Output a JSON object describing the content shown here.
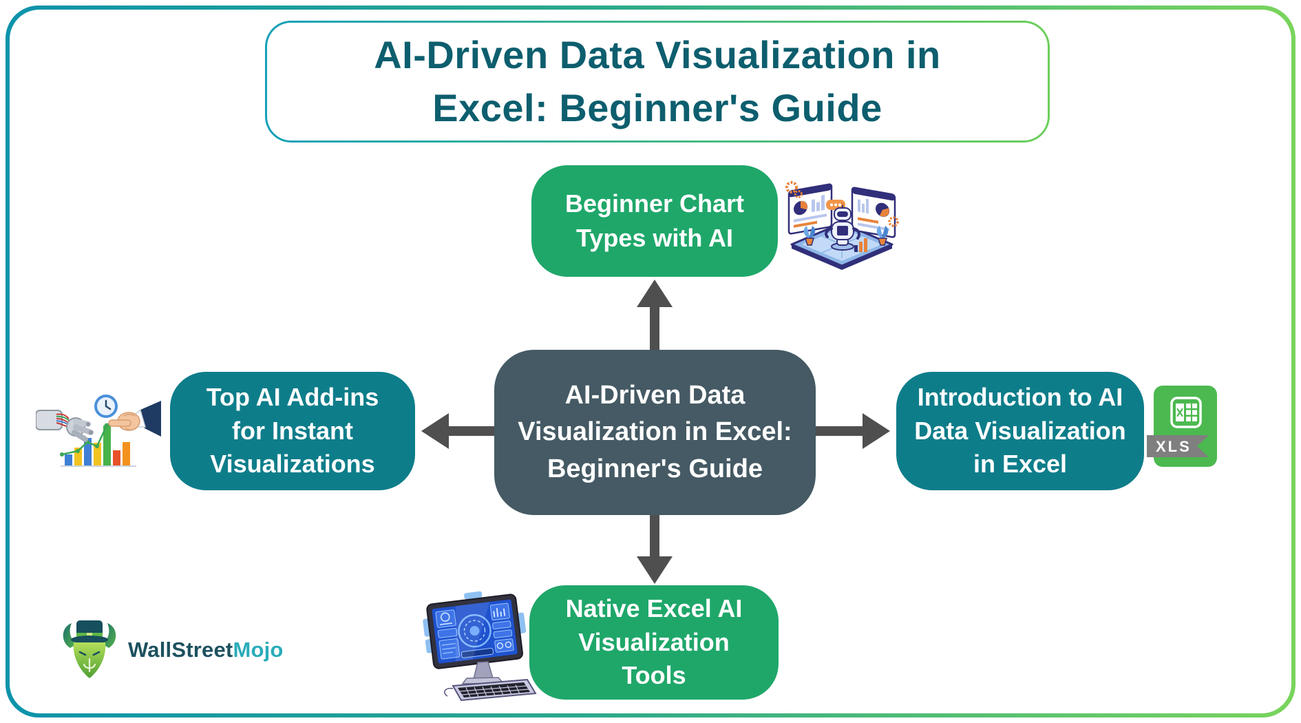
{
  "header": {
    "title": "AI-Driven Data Visualization in Excel: Beginner's Guide",
    "lines": [
      "AI-Driven Data Visualization in",
      "Excel: Beginner's Guide"
    ]
  },
  "diagram": {
    "center": {
      "text": "AI-Driven Data Visualization in Excel: Beginner's Guide",
      "lines": [
        "AI-Driven Data",
        "Visualization in Excel:",
        "Beginner's Guide"
      ]
    },
    "top": {
      "text": "Beginner Chart Types with AI",
      "lines": [
        "Beginner Chart",
        "Types with AI"
      ]
    },
    "left": {
      "text": "Top AI Add-ins for Instant Visualizations",
      "lines": [
        "Top AI Add-ins",
        "for Instant",
        "Visualizations"
      ]
    },
    "right": {
      "text": "Introduction to AI Data Visualization in Excel",
      "lines": [
        "Introduction to AI",
        "Data Visualization",
        "in Excel"
      ]
    },
    "bottom": {
      "text": "Native Excel AI Visualization Tools",
      "lines": [
        "Native Excel AI",
        "Visualization",
        "Tools"
      ]
    }
  },
  "badges": {
    "xls": "XLS"
  },
  "branding": {
    "name_primary": "WallStreet",
    "name_secondary": "Mojo"
  },
  "icons": {
    "top": "robot-analytics-dashboard-illustration",
    "left": "robot-hand-human-hand-bar-chart-illustration",
    "right": "xls-file-icon",
    "bottom": "desktop-computer-dashboard-illustration",
    "logo": "wallstreetmojo-bull-logo"
  },
  "colors": {
    "frame_gradient_start": "#0C93AB",
    "frame_gradient_end": "#79D45C",
    "title_text": "#0D5E6E",
    "center_box": "#455A64",
    "teal_box": "#0E7D8A",
    "green_box": "#1FA76A",
    "arrow": "#4F4F4F",
    "xls_green": "#4CB950",
    "ribbon_gray": "#7F7F7F",
    "logo_primary": "#1D515F",
    "logo_secondary": "#2AACBA"
  }
}
